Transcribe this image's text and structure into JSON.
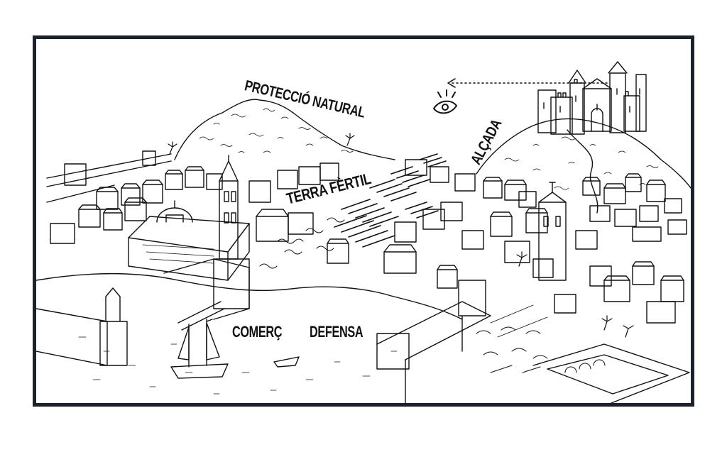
{
  "labels": {
    "proteccio_natural": "PROTECCIÓ NATURAL",
    "terra_fertil": "TERRA FÈRTIL",
    "alcada": "ALÇADA",
    "comerc": "COMERÇ",
    "defensa": "DEFENSA"
  },
  "icons": {
    "viewpoint": "eye-icon",
    "direction": "arrow-left-icon"
  },
  "colors": {
    "frame": "#1c2229",
    "ink": "#111111",
    "paper": "#ffffff"
  }
}
